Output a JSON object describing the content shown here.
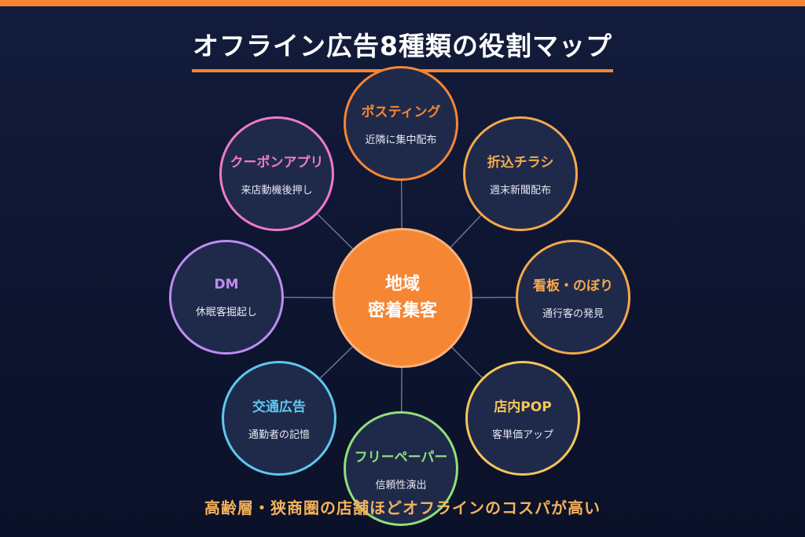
{
  "title": "オフライン広告8種類の役割マップ",
  "hub": {
    "line1": "地域",
    "line2": "密着集客"
  },
  "nodes": [
    {
      "key": "posting",
      "label": "ポスティング",
      "desc": "近隣に集中配布",
      "color": "#f58634"
    },
    {
      "key": "orikomi",
      "label": "折込チラシ",
      "desc": "週末新聞配布",
      "color": "#f5a94a"
    },
    {
      "key": "kanban",
      "label": "看板・のぼり",
      "desc": "通行客の発見",
      "color": "#f5a94a"
    },
    {
      "key": "pop",
      "label": "店内POP",
      "desc": "客単価アップ",
      "color": "#f5c65a"
    },
    {
      "key": "freepaper",
      "label": "フリーペーパー",
      "desc": "信頼性演出",
      "color": "#8fe07a"
    },
    {
      "key": "kotsu",
      "label": "交通広告",
      "desc": "通勤者の記憶",
      "color": "#5fc8ee"
    },
    {
      "key": "dm",
      "label": "DM",
      "desc": "休眠客掘起し",
      "color": "#c08cf2"
    },
    {
      "key": "coupon",
      "label": "クーポンアプリ",
      "desc": "来店動機後押し",
      "color": "#f07ac6"
    }
  ],
  "footer": "高齢層・狭商圏の店舗ほどオフラインのコスパが高い"
}
